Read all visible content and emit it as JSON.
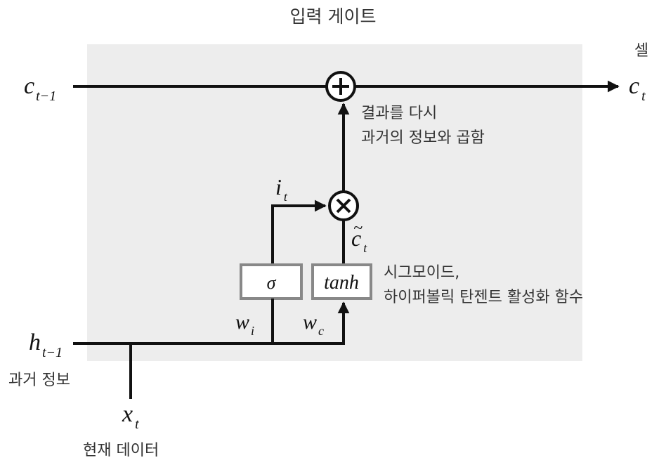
{
  "title": "입력 게이트",
  "cell_label": "셀",
  "c_prev": {
    "base": "c",
    "sub": "t−1"
  },
  "c_next": {
    "base": "c",
    "sub": "t"
  },
  "h_prev": {
    "base": "h",
    "sub": "t−1"
  },
  "x_t": {
    "base": "x",
    "sub": "t"
  },
  "i_t": {
    "base": "i",
    "sub": "t"
  },
  "c_tilde": {
    "base": "c",
    "sub": "t",
    "tilde": "~"
  },
  "w_i": {
    "base": "w",
    "sub": "i"
  },
  "w_c": {
    "base": "w",
    "sub": "c"
  },
  "sigma_box": "σ",
  "tanh_box": "tanh",
  "result_note": [
    "결과를 다시",
    "과거의 정보와 곱함"
  ],
  "activation_note": [
    "시그모이드,",
    "하이퍼볼릭 탄젠트 활성화 함수"
  ],
  "past_info_label": "과거 정보",
  "current_data_label": "현재 데이터",
  "colors": {
    "panel": "#ededed",
    "line": "#111111",
    "box_border": "#888888",
    "text": "#333333"
  }
}
